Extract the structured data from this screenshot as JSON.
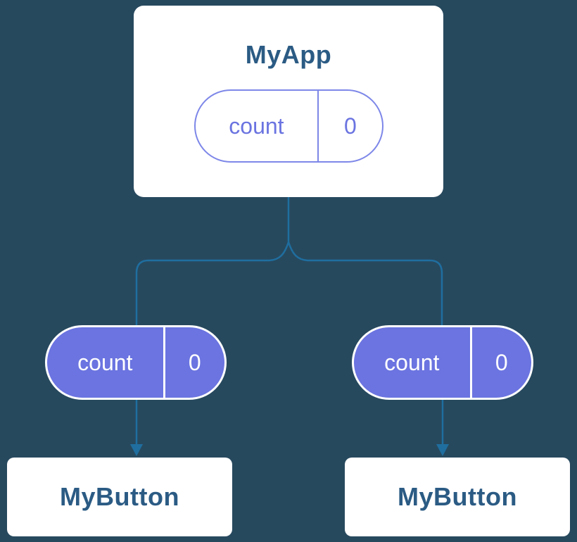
{
  "colors": {
    "background": "#27495e",
    "card-bg": "#ffffff",
    "title": "#2b5b84",
    "state-purple": "#6b74e0",
    "state-border": "#7d87e8",
    "line": "#1f6e9f",
    "pill-text": "#ffffff"
  },
  "app": {
    "title": "MyApp",
    "state": {
      "name": "count",
      "value": "0"
    }
  },
  "props": [
    {
      "name": "count",
      "value": "0"
    },
    {
      "name": "count",
      "value": "0"
    }
  ],
  "children": [
    {
      "title": "MyButton"
    },
    {
      "title": "MyButton"
    }
  ]
}
